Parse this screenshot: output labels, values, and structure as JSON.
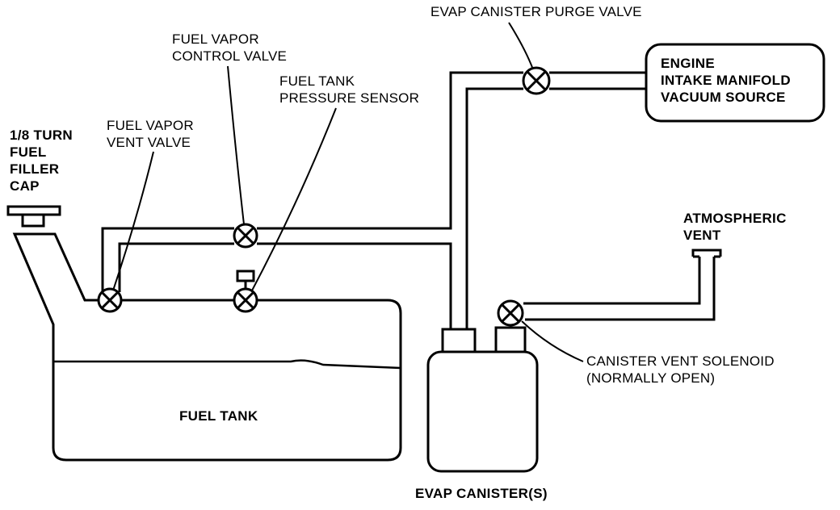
{
  "diagram": {
    "labels": {
      "filler_cap": [
        "1/8 TURN",
        "FUEL",
        "FILLER",
        "CAP"
      ],
      "vent_valve": [
        "FUEL VAPOR",
        "VENT VALVE"
      ],
      "control_valve": [
        "FUEL VAPOR",
        "CONTROL VALVE"
      ],
      "pressure_sensor": [
        "FUEL TANK",
        "PRESSURE SENSOR"
      ],
      "purge_valve": "EVAP CANISTER PURGE VALVE",
      "engine": [
        "ENGINE",
        "INTAKE MANIFOLD",
        "VACUUM SOURCE"
      ],
      "atmospheric_vent": [
        "ATMOSPHERIC",
        "VENT"
      ],
      "vent_solenoid": [
        "CANISTER VENT SOLENOID",
        "(NORMALLY OPEN)"
      ],
      "fuel_tank": "FUEL TANK",
      "canister": "EVAP CANISTER(S)"
    }
  }
}
